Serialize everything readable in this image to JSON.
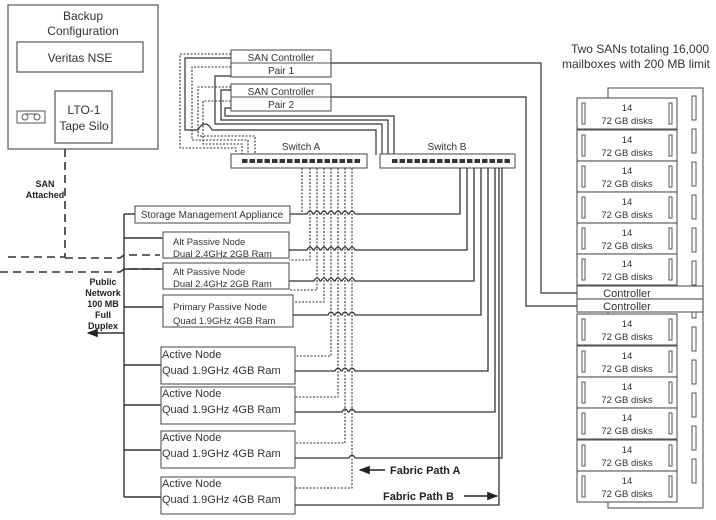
{
  "backup": {
    "title_line1": "Backup",
    "title_line2": "Configuration",
    "software": "Veritas NSE",
    "tape_line1": "LTO-1",
    "tape_line2": "Tape Silo",
    "tape_icon": "tape-cassette-icon"
  },
  "san_attached": {
    "line1": "SAN",
    "line2": "Attached"
  },
  "public_network": {
    "line1": "Public",
    "line2": "Network",
    "line3": "100 MB",
    "line4": "Full",
    "line5": "Duplex"
  },
  "san_controllers": [
    {
      "line1": "SAN Controller",
      "line2": "Pair 1"
    },
    {
      "line1": "SAN Controller",
      "line2": "Pair 2"
    }
  ],
  "switches": {
    "a": "Switch A",
    "b": "Switch B"
  },
  "storage_appliance": "Storage Management Appliance",
  "nodes": [
    {
      "line1": "Alt Passive Node",
      "line2": "Dual 2.4GHz 2GB Ram"
    },
    {
      "line1": "Alt Passive Node",
      "line2": "Dual 2.4GHz 2GB Ram"
    },
    {
      "line1": "Primary Passive Node",
      "line2": "Quad 1.9GHz 4GB Ram"
    },
    {
      "line1": "Active Node",
      "line2": "Quad 1.9GHz 4GB Ram"
    },
    {
      "line1": "Active Node",
      "line2": "Quad 1.9GHz 4GB Ram"
    },
    {
      "line1": "Active Node",
      "line2": "Quad 1.9GHz 4GB Ram"
    },
    {
      "line1": "Active Node",
      "line2": "Quad 1.9GHz 4GB Ram"
    }
  ],
  "san_note": {
    "line1": "Two SANs totaling 16,000",
    "line2": "mailboxes with 200 MB limit"
  },
  "disk_shelf": {
    "count": "14",
    "desc": "72 GB disks"
  },
  "controller_label": "Controller",
  "fabric": {
    "a": "Fabric Path A",
    "b": "Fabric Path B"
  }
}
